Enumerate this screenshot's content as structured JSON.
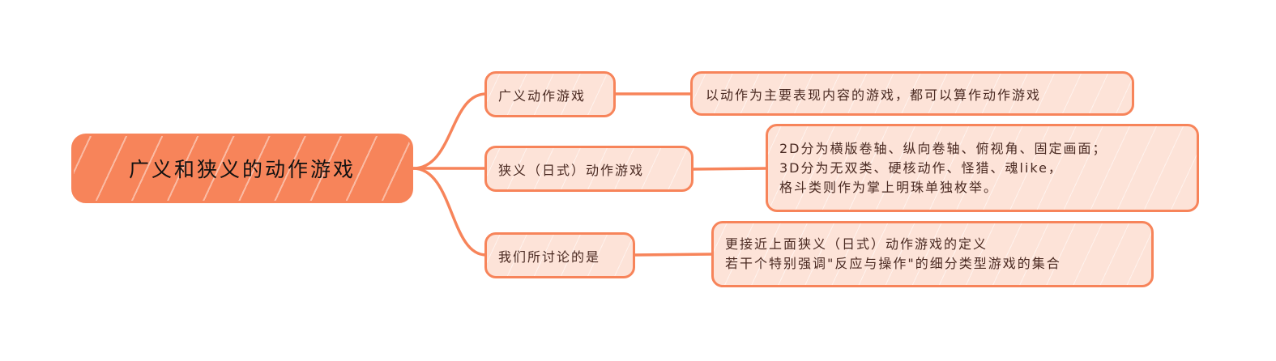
{
  "root": {
    "label": "广义和狭义的动作游戏"
  },
  "branches": [
    {
      "label": "广义动作游戏",
      "detail": [
        "以动作为主要表现内容的游戏，都可以算作动作游戏"
      ]
    },
    {
      "label": "狭义（日式）动作游戏",
      "detail": [
        "2D分为横版卷轴、纵向卷轴、俯视角、固定画面；",
        "3D分为无双类、硬核动作、怪猎、魂like，",
        "格斗类则作为掌上明珠单独枚举。"
      ]
    },
    {
      "label": "我们所讨论的是",
      "detail": [
        "更接近上面狭义（日式）动作游戏的定义",
        "若干个特别强调\"反应与操作\"的细分类型游戏的集合"
      ]
    }
  ],
  "colors": {
    "accent": "#f7845a",
    "node_fill": "#fde3d8",
    "text": "#4a2a22"
  }
}
